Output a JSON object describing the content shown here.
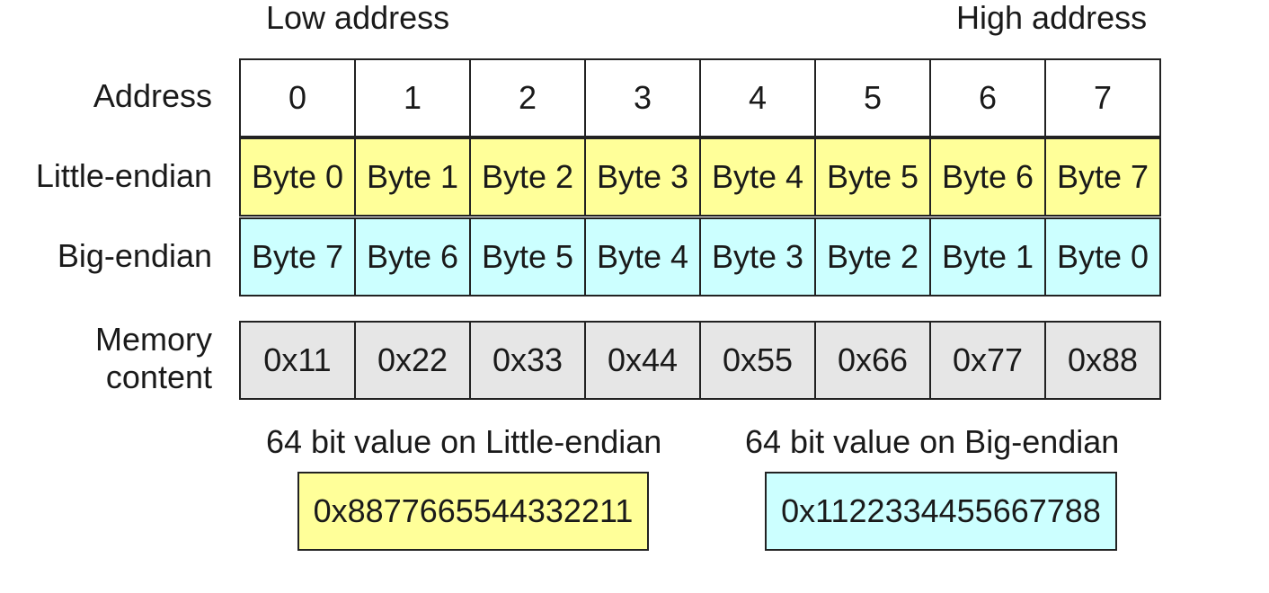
{
  "header": {
    "low_label": "Low address",
    "high_label": "High address"
  },
  "rows": {
    "address": {
      "label": "Address",
      "cells": [
        "0",
        "1",
        "2",
        "3",
        "4",
        "5",
        "6",
        "7"
      ]
    },
    "little_endian": {
      "label": "Little-endian",
      "cells": [
        "Byte 0",
        "Byte 1",
        "Byte 2",
        "Byte 3",
        "Byte 4",
        "Byte 5",
        "Byte 6",
        "Byte 7"
      ]
    },
    "big_endian": {
      "label": "Big-endian",
      "cells": [
        "Byte 7",
        "Byte 6",
        "Byte 5",
        "Byte 4",
        "Byte 3",
        "Byte 2",
        "Byte 1",
        "Byte 0"
      ]
    },
    "memory": {
      "label_line1": "Memory",
      "label_line2": "content",
      "cells": [
        "0x11",
        "0x22",
        "0x33",
        "0x44",
        "0x55",
        "0x66",
        "0x77",
        "0x88"
      ]
    }
  },
  "results": {
    "little_caption": "64 bit value on Little-endian",
    "little_value": "0x8877665544332211",
    "big_caption": "64 bit value on Big-endian",
    "big_value": "0x1122334455667788"
  },
  "colors": {
    "address_fill": "#ffffff",
    "little_fill": "#ffff99",
    "big_fill": "#ccffff",
    "memory_fill": "#e6e6e6",
    "border": "#222222"
  }
}
